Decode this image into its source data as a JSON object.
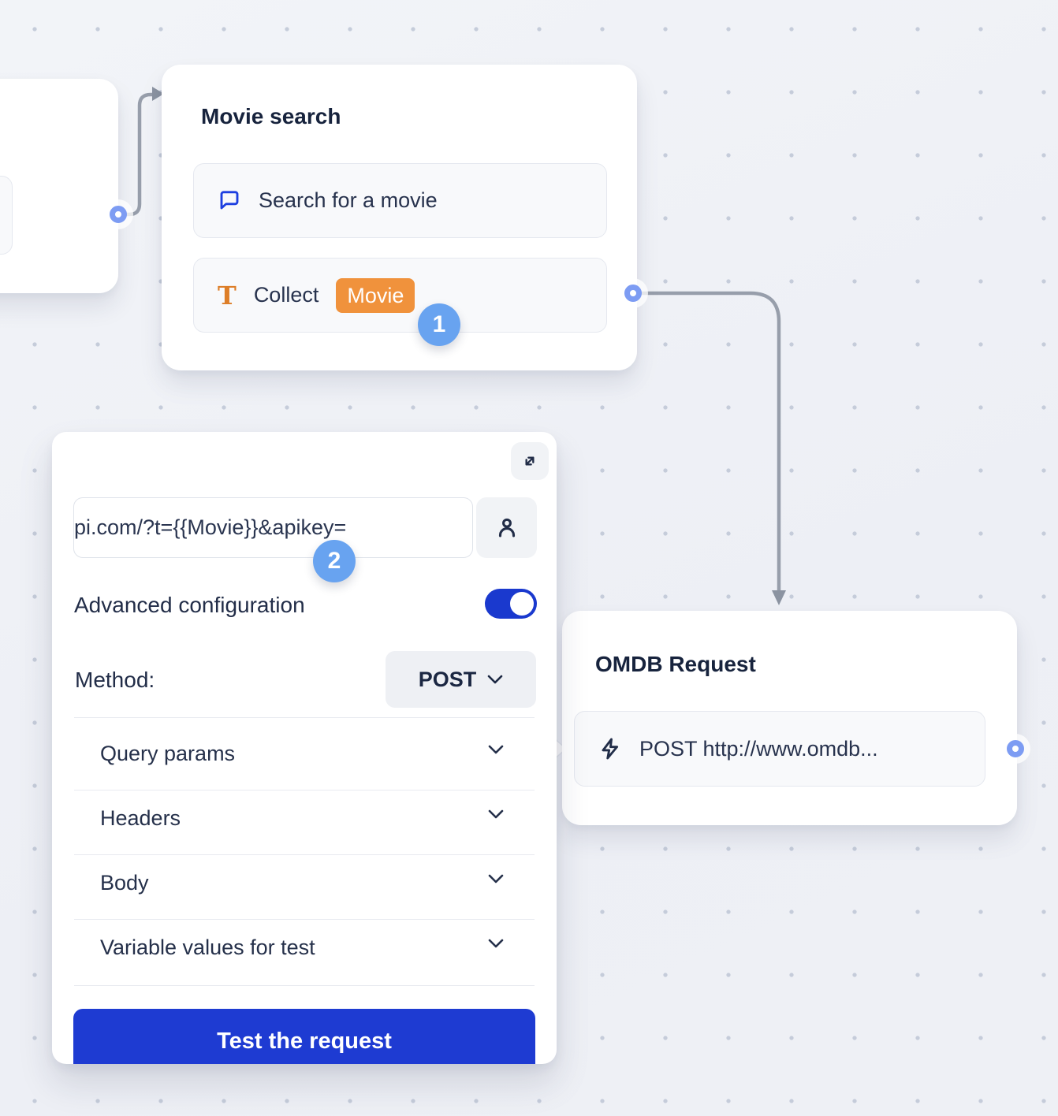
{
  "colors": {
    "accent_blue": "#1e3bd2",
    "toggle_blue": "#1a39ce",
    "step_badge_blue": "#68a3f0",
    "variable_orange": "#f0923c",
    "port_blue": "#7d9cf3",
    "connector_gray": "#979eab",
    "title_navy": "#17233d"
  },
  "nodes": {
    "movie_search": {
      "title": "Movie search",
      "items": [
        {
          "icon": "chat-bubble-icon",
          "label": "Search for a movie"
        },
        {
          "icon": "text-icon",
          "label": "Collect",
          "variable": "Movie"
        }
      ]
    },
    "omdb_request": {
      "title": "OMDB Request",
      "items": [
        {
          "icon": "lightning-icon",
          "label": "POST http://www.omdb..."
        }
      ]
    }
  },
  "config_panel": {
    "url_value": "api.com/?t={{Movie}}&apikey=",
    "advanced_label": "Advanced configuration",
    "advanced_enabled": true,
    "method_label": "Method:",
    "method_value": "POST",
    "sections": [
      {
        "label": "Query params"
      },
      {
        "label": "Headers"
      },
      {
        "label": "Body"
      },
      {
        "label": "Variable values for test"
      }
    ],
    "test_button": "Test the request"
  },
  "badges": {
    "step1": "1",
    "step2": "2"
  }
}
